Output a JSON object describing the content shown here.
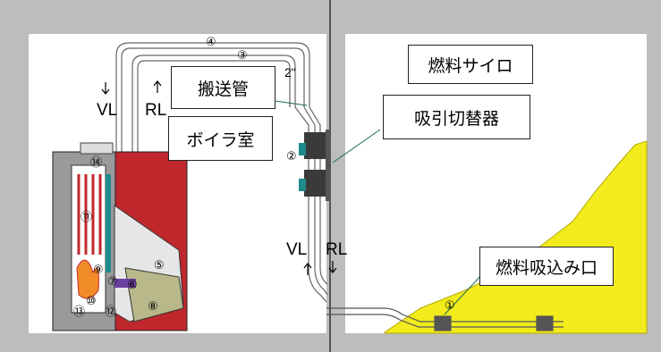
{
  "labels": {
    "boiler_room": "ボイラ室",
    "fuel_silo": "燃料サイロ",
    "transport_pipe": "搬送管",
    "suction_switch": "吸引切替器",
    "fuel_intake": "燃料吸込み口",
    "pipe_size": "2\"",
    "vl_left": "VL",
    "rl_left": "RL",
    "vl_right": "VL",
    "rl_right": "RL"
  },
  "markers": {
    "m1": "①",
    "m2": "②",
    "m3": "③",
    "m4": "④",
    "m5": "⑤",
    "m6": "⑥",
    "m7": "⑦",
    "m8": "⑧",
    "m9": "⑨",
    "m10": "⑩",
    "m11": "⑪",
    "m12": "⑫",
    "m13": "⑬",
    "m14": "⑭"
  },
  "colors": {
    "wall": "#bdbdbd",
    "room": "#ffffff",
    "boiler_red": "#c0272d",
    "fuel_yellow": "#f2ec1c",
    "pipe_gray": "#8a8a8a",
    "accent_teal": "#1f8a8a"
  }
}
